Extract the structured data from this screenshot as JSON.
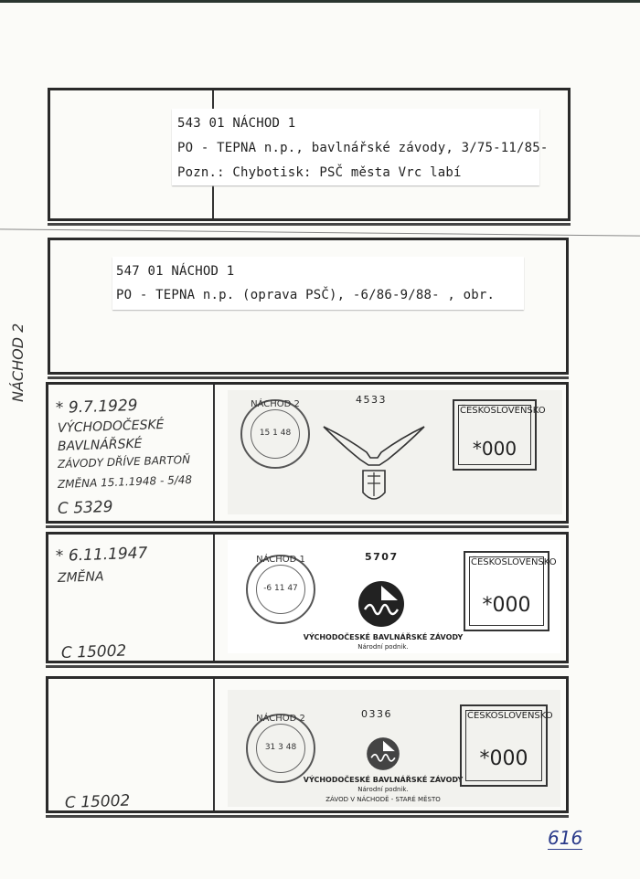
{
  "entries": [
    {
      "lines": [
        "543 01 NÁCHOD 1",
        "PO - TEPNA n.p., bavlnářské závody, 3/75-11/85-",
        "Pozn.: Chybotisk: PSČ města Vrc labí"
      ]
    },
    {
      "lines": [
        "547 01 NÁCHOD 1",
        "PO - TEPNA n.p. (oprava PSČ),    -6/86-9/88-    , obr."
      ]
    }
  ],
  "side_label": "NÁCHOD 2",
  "meters": [
    {
      "notes": [
        "* 9.7.1929",
        "VÝCHODOČESKÉ",
        "BAVLNÁŘSKÉ",
        "ZÁVODY DŘÍVE BARTOŇ",
        "ZMĚNA 15.1.1948 - 5/48",
        "C 5329"
      ],
      "postmark_town": "NÁCHOD 2",
      "postmark_date": "15 1 48",
      "serial": "4533",
      "country": "ČESKOSLOVENSKO",
      "value": "*000",
      "logo": "eagle-emblem",
      "firm_lines": []
    },
    {
      "notes": [
        "* 6.11.1947",
        "ZMĚNA",
        "C 15002"
      ],
      "postmark_town": "NÁCHOD 1",
      "postmark_date": "-6 11 47",
      "serial": "5707",
      "country": "ČESKOSLOVENSKO",
      "value": "*000",
      "logo": "factory-emblem",
      "firm_lines": [
        "VÝCHODOČESKÉ BAVLNÁŘSKÉ ZÁVODY",
        "Národní podnik."
      ]
    },
    {
      "notes": [
        "C 15002"
      ],
      "postmark_town": "NÁCHOD 2",
      "postmark_date": "31 3 48",
      "serial": "0336",
      "country": "ČESKOSLOVENSKO",
      "value": "*000",
      "logo": "factory-emblem",
      "firm_lines": [
        "VÝCHODOČESKÉ BAVLNÁŘSKÉ ZÁVODY",
        "Národní podnik.",
        "ZÁVOD V NÁCHODĚ - STARÉ MĚSTO"
      ]
    }
  ],
  "page_number": "616",
  "colors": {
    "ink": "#222222",
    "page_number": "#2a3a8a",
    "frame": "#2a2a2a"
  }
}
